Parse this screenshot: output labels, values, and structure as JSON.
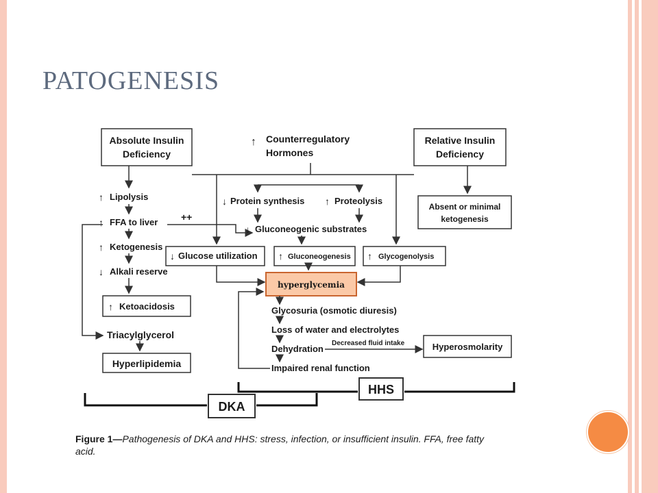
{
  "slide": {
    "title": "PATOGENESIS",
    "colors": {
      "frame": "#f9cbbd",
      "accent_orb": "#f58b44",
      "title_text": "#5d6a7e",
      "highlight_fill": "#fbc9a7",
      "highlight_border": "#c9652f"
    }
  },
  "diagram": {
    "absolute_deficiency": [
      "Absolute Insulin",
      "Deficiency"
    ],
    "counterregulatory": [
      "Counterregulatory",
      "Hormones"
    ],
    "relative_deficiency": [
      "Relative Insulin",
      "Deficiency"
    ],
    "lipolysis": "Lipolysis",
    "ffa_liver": "FFA to liver",
    "plus_plus": "++",
    "ketogenesis": "Ketogenesis",
    "alkali_reserve": "Alkali reserve",
    "ketoacidosis": "Ketoacidosis",
    "triacylglycerol": "Triacylglycerol",
    "hyperlipidemia": "Hyperlipidemia",
    "protein_synthesis": "Protein synthesis",
    "proteolysis": "Proteolysis",
    "gluconeogenic_substrates": "Gluconeogenic substrates",
    "absent_ketogenesis": [
      "Absent or minimal",
      "ketogenesis"
    ],
    "glucose_utilization": "Glucose utilization",
    "gluconeogenesis": "Gluconeogenesis",
    "glycogenolysis": "Glycogenolysis",
    "hyperglycemia": "hyperglycemia",
    "glycosuria": "Glycosuria (osmotic diuresis)",
    "loss_water": "Loss of water and electrolytes",
    "dehydration": "Dehydration",
    "decreased_fluid": "Decreased fluid intake",
    "hyperosmolarity": "Hyperosmolarity",
    "impaired_renal": "Impaired renal function",
    "hhs": "HHS",
    "dka": "DKA",
    "arrow_up": "↑",
    "arrow_down": "↓"
  },
  "caption": {
    "label": "Figure 1—",
    "text_line1": "Pathogenesis of DKA and HHS: stress, infection, or insufficient insulin. FFA, free fatty",
    "text_line2": "acid."
  }
}
